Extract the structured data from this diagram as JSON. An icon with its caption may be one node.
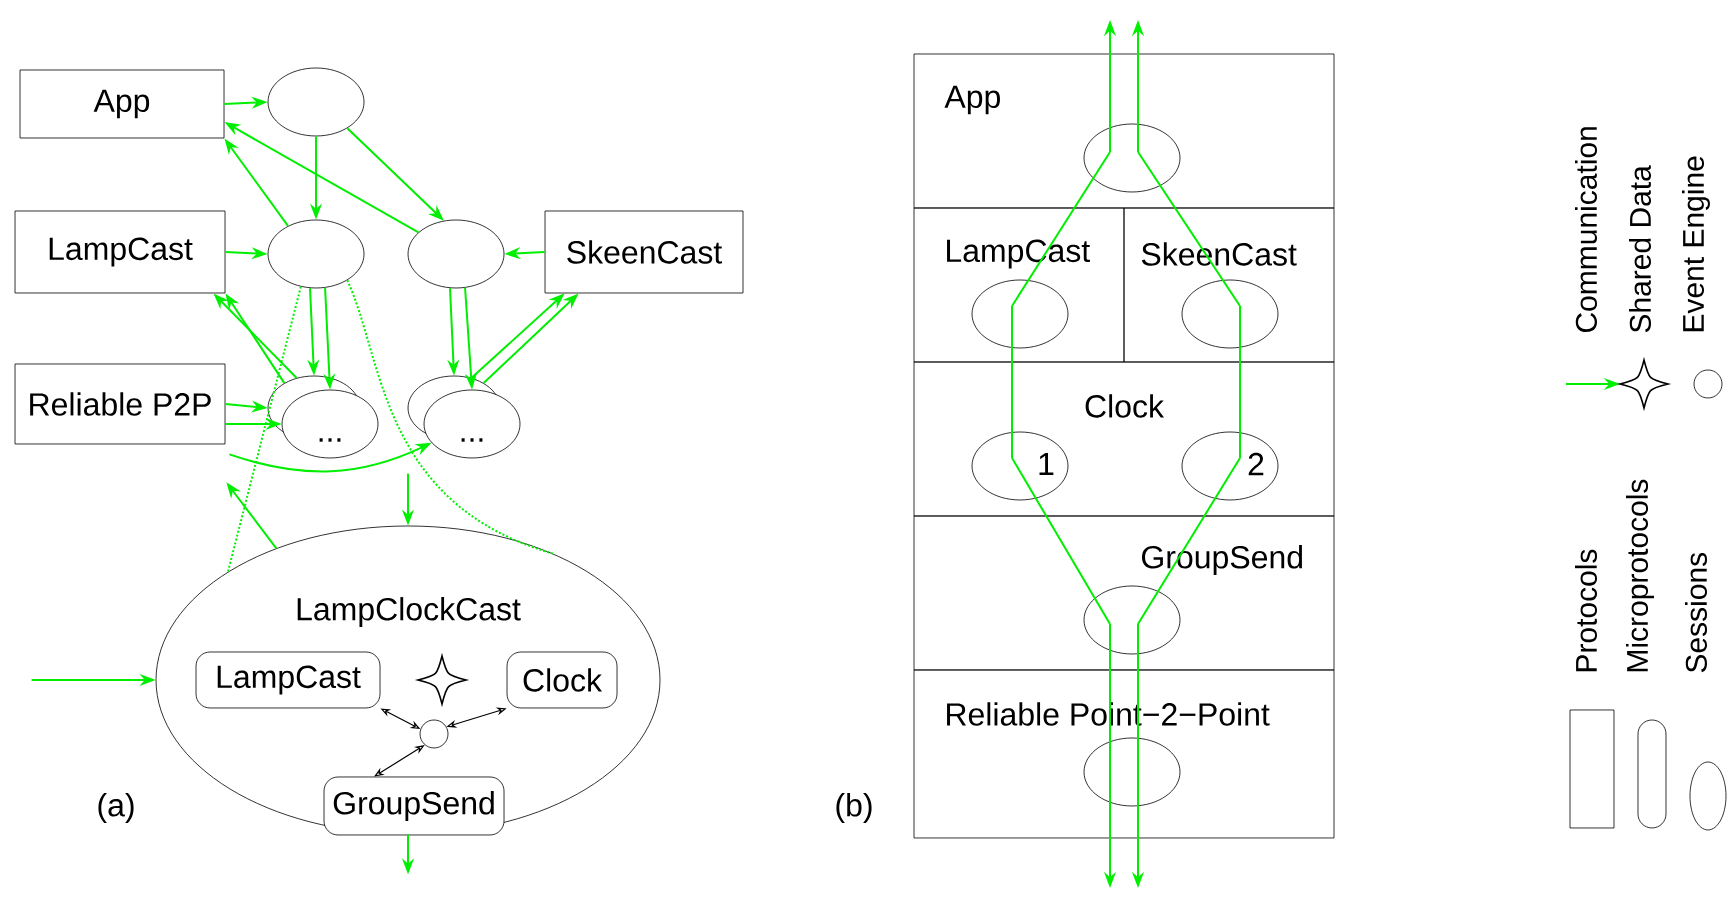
{
  "diagram": {
    "nodes": [
      {
        "text": [
          "App"
        ]
      },
      {
        "text": [
          "LampCast"
        ]
      },
      {
        "text": [
          "Reliable P2P"
        ]
      },
      {
        "text": [
          "SkeenCast"
        ]
      },
      {
        "text": [],
        "shape": "ellipse"
      },
      {
        "text": [],
        "shape": "ellipse"
      },
      {
        "text": [],
        "shape": "ellipse"
      },
      {
        "text": [],
        "shape": "ellipse"
      },
      {
        "text": [
          "..."
        ]
      },
      {
        "text": [],
        "shape": "ellipse"
      },
      {
        "text": [
          "..."
        ]
      },
      {
        "text": [
          "LampClockCast"
        ]
      },
      {
        "text": [
          "LampCast"
        ],
        "in": 11
      },
      {
        "text": [
          "Clock"
        ],
        "in": 11
      },
      {
        "text": [],
        "shape": "diamond",
        "in": 11
      },
      {
        "text": [],
        "shape": "circle",
        "in": 11
      },
      {
        "text": [
          "GroupSend"
        ],
        "in": 11
      },
      {
        "text": [
          "App"
        ]
      },
      {
        "text": [
          "LampCast"
        ]
      },
      {
        "text": [
          "SkeenCast"
        ]
      },
      {
        "text": [
          "Clock"
        ]
      },
      {
        "text": [
          "GroupSend"
        ]
      },
      {
        "text": [
          "Reliable Point−2−Point"
        ]
      },
      {
        "text": [],
        "shape": "ellipse",
        "in": 17
      },
      {
        "text": [],
        "shape": "ellipse",
        "in": 18
      },
      {
        "text": [],
        "shape": "ellipse",
        "in": 19
      },
      {
        "text": [
          "1"
        ],
        "in": 20
      },
      {
        "text": [
          "2"
        ],
        "in": 20
      },
      {
        "text": [],
        "shape": "ellipse",
        "in": 21
      },
      {
        "text": [],
        "shape": "ellipse",
        "in": 22
      }
    ],
    "edges": [
      {
        "from": 0,
        "to": 4,
        "arrow": "to"
      },
      {
        "from": 4,
        "to": 5,
        "arrow": "to"
      },
      {
        "from": 4,
        "to": 6,
        "arrow": "to"
      },
      {
        "from": 5,
        "to": 0,
        "arrow": "to"
      },
      {
        "from": 6,
        "to": 0,
        "arrow": "to"
      },
      {
        "from": 1,
        "to": 5,
        "arrow": "to"
      },
      {
        "from": 3,
        "to": 6,
        "arrow": "to"
      },
      {
        "from": 5,
        "to": 7,
        "arrow": "to"
      },
      {
        "from": 5,
        "to": 8,
        "arrow": "to"
      },
      {
        "from": 6,
        "to": 9,
        "arrow": "to"
      },
      {
        "from": 6,
        "to": 10,
        "arrow": "to"
      },
      {
        "from": 7,
        "to": 1,
        "arrow": "to"
      },
      {
        "from": 7,
        "to": 1,
        "arrow": "to"
      },
      {
        "from": 9,
        "to": 3,
        "arrow": "to"
      },
      {
        "from": 9,
        "to": 3,
        "arrow": "to"
      },
      {
        "from": 2,
        "to": 7,
        "arrow": "to"
      },
      {
        "from": 2,
        "to": 8,
        "arrow": "to"
      },
      {
        "from": 2,
        "to": 10,
        "arrow": "to"
      },
      {
        "from": 5,
        "to": 11,
        "arrow": "none",
        "style": "dashed"
      },
      {
        "from": 5,
        "to": 11,
        "arrow": "none",
        "style": "dashed"
      },
      {
        "from": null,
        "to": 11,
        "arrow": "to"
      },
      {
        "from": 11,
        "to": null,
        "arrow": "to"
      },
      {
        "from": null,
        "to": 11,
        "arrow": "to"
      },
      {
        "from": 11,
        "to": null,
        "arrow": "to"
      },
      {
        "from": 12,
        "to": 15,
        "arrow": "both",
        "color": "#000000"
      },
      {
        "from": 13,
        "to": 15,
        "arrow": "both",
        "color": "#000000"
      },
      {
        "from": 16,
        "to": 15,
        "arrow": "both",
        "color": "#000000"
      },
      {
        "from": 23,
        "to": null,
        "arrow": "to"
      },
      {
        "from": 23,
        "to": null,
        "arrow": "to"
      },
      {
        "from": 24,
        "to": 23,
        "arrow": "none"
      },
      {
        "from": 25,
        "to": 23,
        "arrow": "none"
      },
      {
        "from": 26,
        "to": 24,
        "arrow": "none"
      },
      {
        "from": 27,
        "to": 25,
        "arrow": "none"
      },
      {
        "from": 28,
        "to": 26,
        "arrow": "none"
      },
      {
        "from": 28,
        "to": 27,
        "arrow": "none"
      },
      {
        "from": 29,
        "to": 28,
        "arrow": "none"
      },
      {
        "from": 29,
        "to": 28,
        "arrow": "none"
      },
      {
        "from": 29,
        "to": null,
        "arrow": "to"
      },
      {
        "from": 29,
        "to": null,
        "arrow": "to"
      }
    ],
    "labels": [
      "(a)",
      "(b)"
    ],
    "legend": [
      {
        "text": "Communication"
      },
      {
        "text": "Shared Data"
      },
      {
        "text": "Event Engine"
      },
      {
        "text": "Protocols"
      },
      {
        "text": "Microprotocols"
      },
      {
        "text": "Sessions"
      }
    ]
  }
}
